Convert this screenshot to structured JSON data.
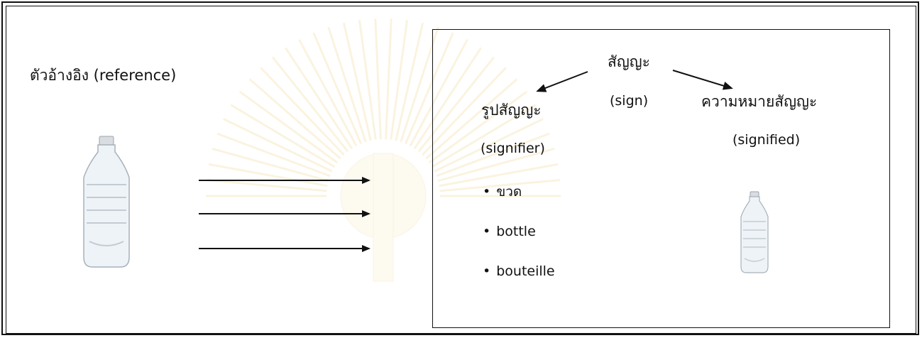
{
  "reference_label": "ตัวอ้างอิง (reference)",
  "sign": {
    "word": "สัญญะ",
    "english": "(sign)"
  },
  "signifier": {
    "word": "รูปสัญญะ",
    "english": "(signifier)"
  },
  "signified": {
    "word": "ความหมายสัญญะ",
    "english": "(signified)"
  },
  "signifier_examples": [
    "ขวด",
    "bottle",
    "bouteille"
  ],
  "bullet_glyph": "•",
  "icons": {
    "reference_image": "water-bottle-icon",
    "signified_image": "water-bottle-icon"
  },
  "colors": {
    "line": "#111111",
    "watermark": "#f3dfa6"
  }
}
